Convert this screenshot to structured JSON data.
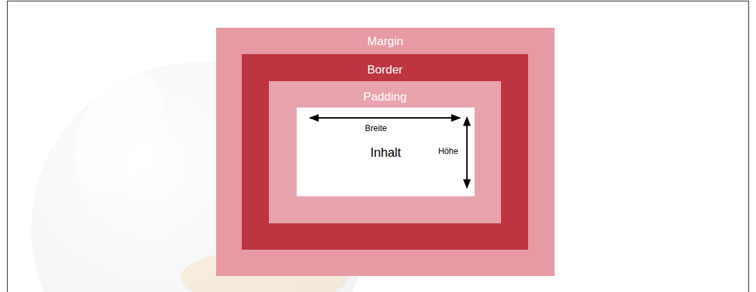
{
  "diagram": {
    "nodes": [
      {
        "text": [
          "Margin"
        ]
      },
      {
        "text": [
          "Border"
        ],
        "in": 0
      },
      {
        "text": [
          "Padding"
        ],
        "in": 1
      },
      {
        "text": [
          "Inhalt"
        ],
        "in": 2
      }
    ],
    "labels": [
      "Breite",
      "Höhe"
    ]
  }
}
